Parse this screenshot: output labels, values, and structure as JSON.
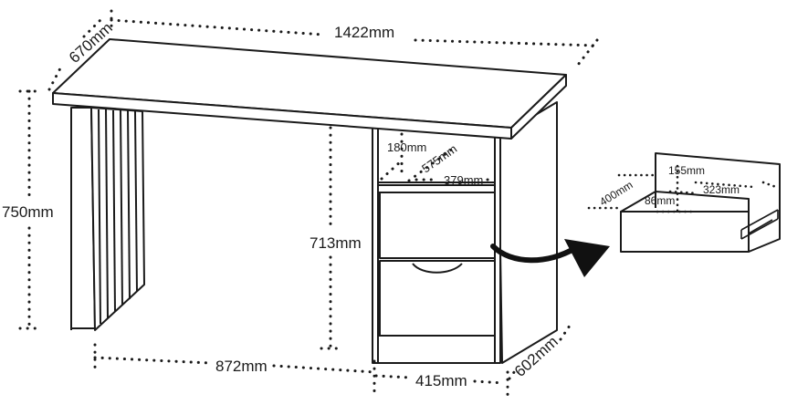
{
  "diagram": {
    "colors": {
      "stroke": "#1a1a1a",
      "fill": "#ffffff",
      "accent": "#111111"
    },
    "desk_dimensions": {
      "width": "1422mm",
      "depth": "670mm",
      "height": "750mm",
      "leg_gap": "872mm",
      "cabinet_width": "415mm",
      "cabinet_depth": "602mm",
      "cabinet_height": "713mm",
      "shelf_height": "180mm",
      "shelf_depth": "575mm",
      "shelf_width": "379mm"
    },
    "drawer_dimensions": {
      "depth": "400mm",
      "height": "155mm",
      "inner_height": "86mm",
      "width": "323mm"
    },
    "icons": [
      "arrow-curved-right-icon",
      "drawer-rail-icon"
    ]
  }
}
